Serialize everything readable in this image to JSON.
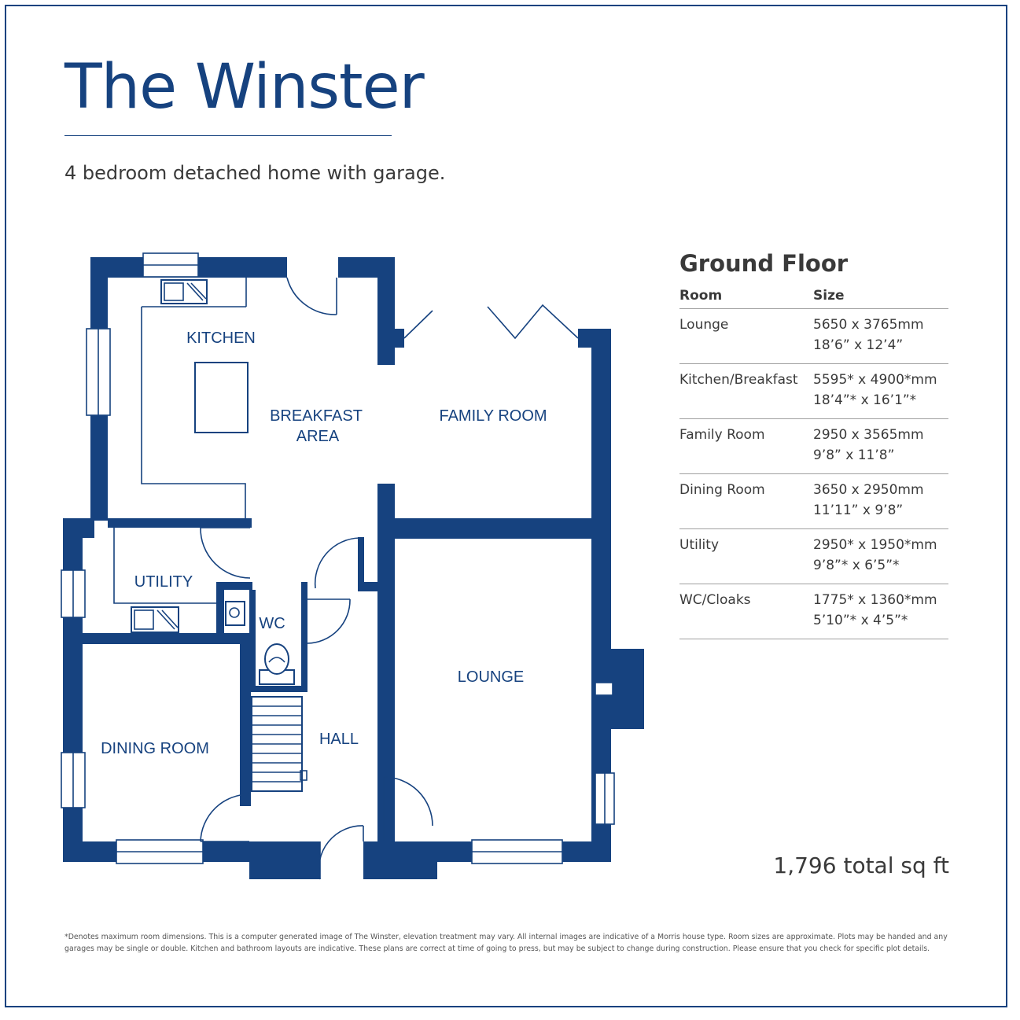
{
  "title": "The Winster",
  "subtitle": "4 bedroom detached home with garage.",
  "rooms": {
    "kitchen": "KITCHEN",
    "breakfast_line1": "BREAKFAST",
    "breakfast_line2": "AREA",
    "family": "FAMILY ROOM",
    "utility": "UTILITY",
    "wc": "WC",
    "lounge": "LOUNGE",
    "dining": "DINING ROOM",
    "hall": "HALL"
  },
  "schedule": {
    "floor_title": "Ground Floor",
    "col_room": "Room",
    "col_size": "Size",
    "rows": [
      {
        "room": "Lounge",
        "metric": "5650 x 3765mm",
        "imperial": "18’6” x 12’4”"
      },
      {
        "room": "Kitchen/Breakfast",
        "metric": "5595* x 4900*mm",
        "imperial": "18’4”* x 16’1”*"
      },
      {
        "room": "Family Room",
        "metric": "2950 x 3565mm",
        "imperial": "9’8” x 11’8”"
      },
      {
        "room": "Dining Room",
        "metric": "3650 x 2950mm",
        "imperial": "11’11” x 9’8”"
      },
      {
        "room": "Utility",
        "metric": "2950* x 1950*mm",
        "imperial": "9’8”* x 6’5”*"
      },
      {
        "room": "WC/Cloaks",
        "metric": "1775* x 1360*mm",
        "imperial": "5’10”* x 4’5”*"
      }
    ]
  },
  "total_area": "1,796 total sq ft",
  "disclaimer": "*Denotes maximum room dimensions. This is a computer generated image of The Winster, elevation treatment may vary. All internal images are indicative of a Morris house type. Room sizes are approximate. Plots may be handed and any garages may be single or double. Kitchen and bathroom layouts are indicative. These plans are correct at time of going to press, but may be subject to change during construction. Please ensure that you check for specific plot details.",
  "colors": {
    "brand": "#16427f",
    "text": "#3a3a3a"
  }
}
